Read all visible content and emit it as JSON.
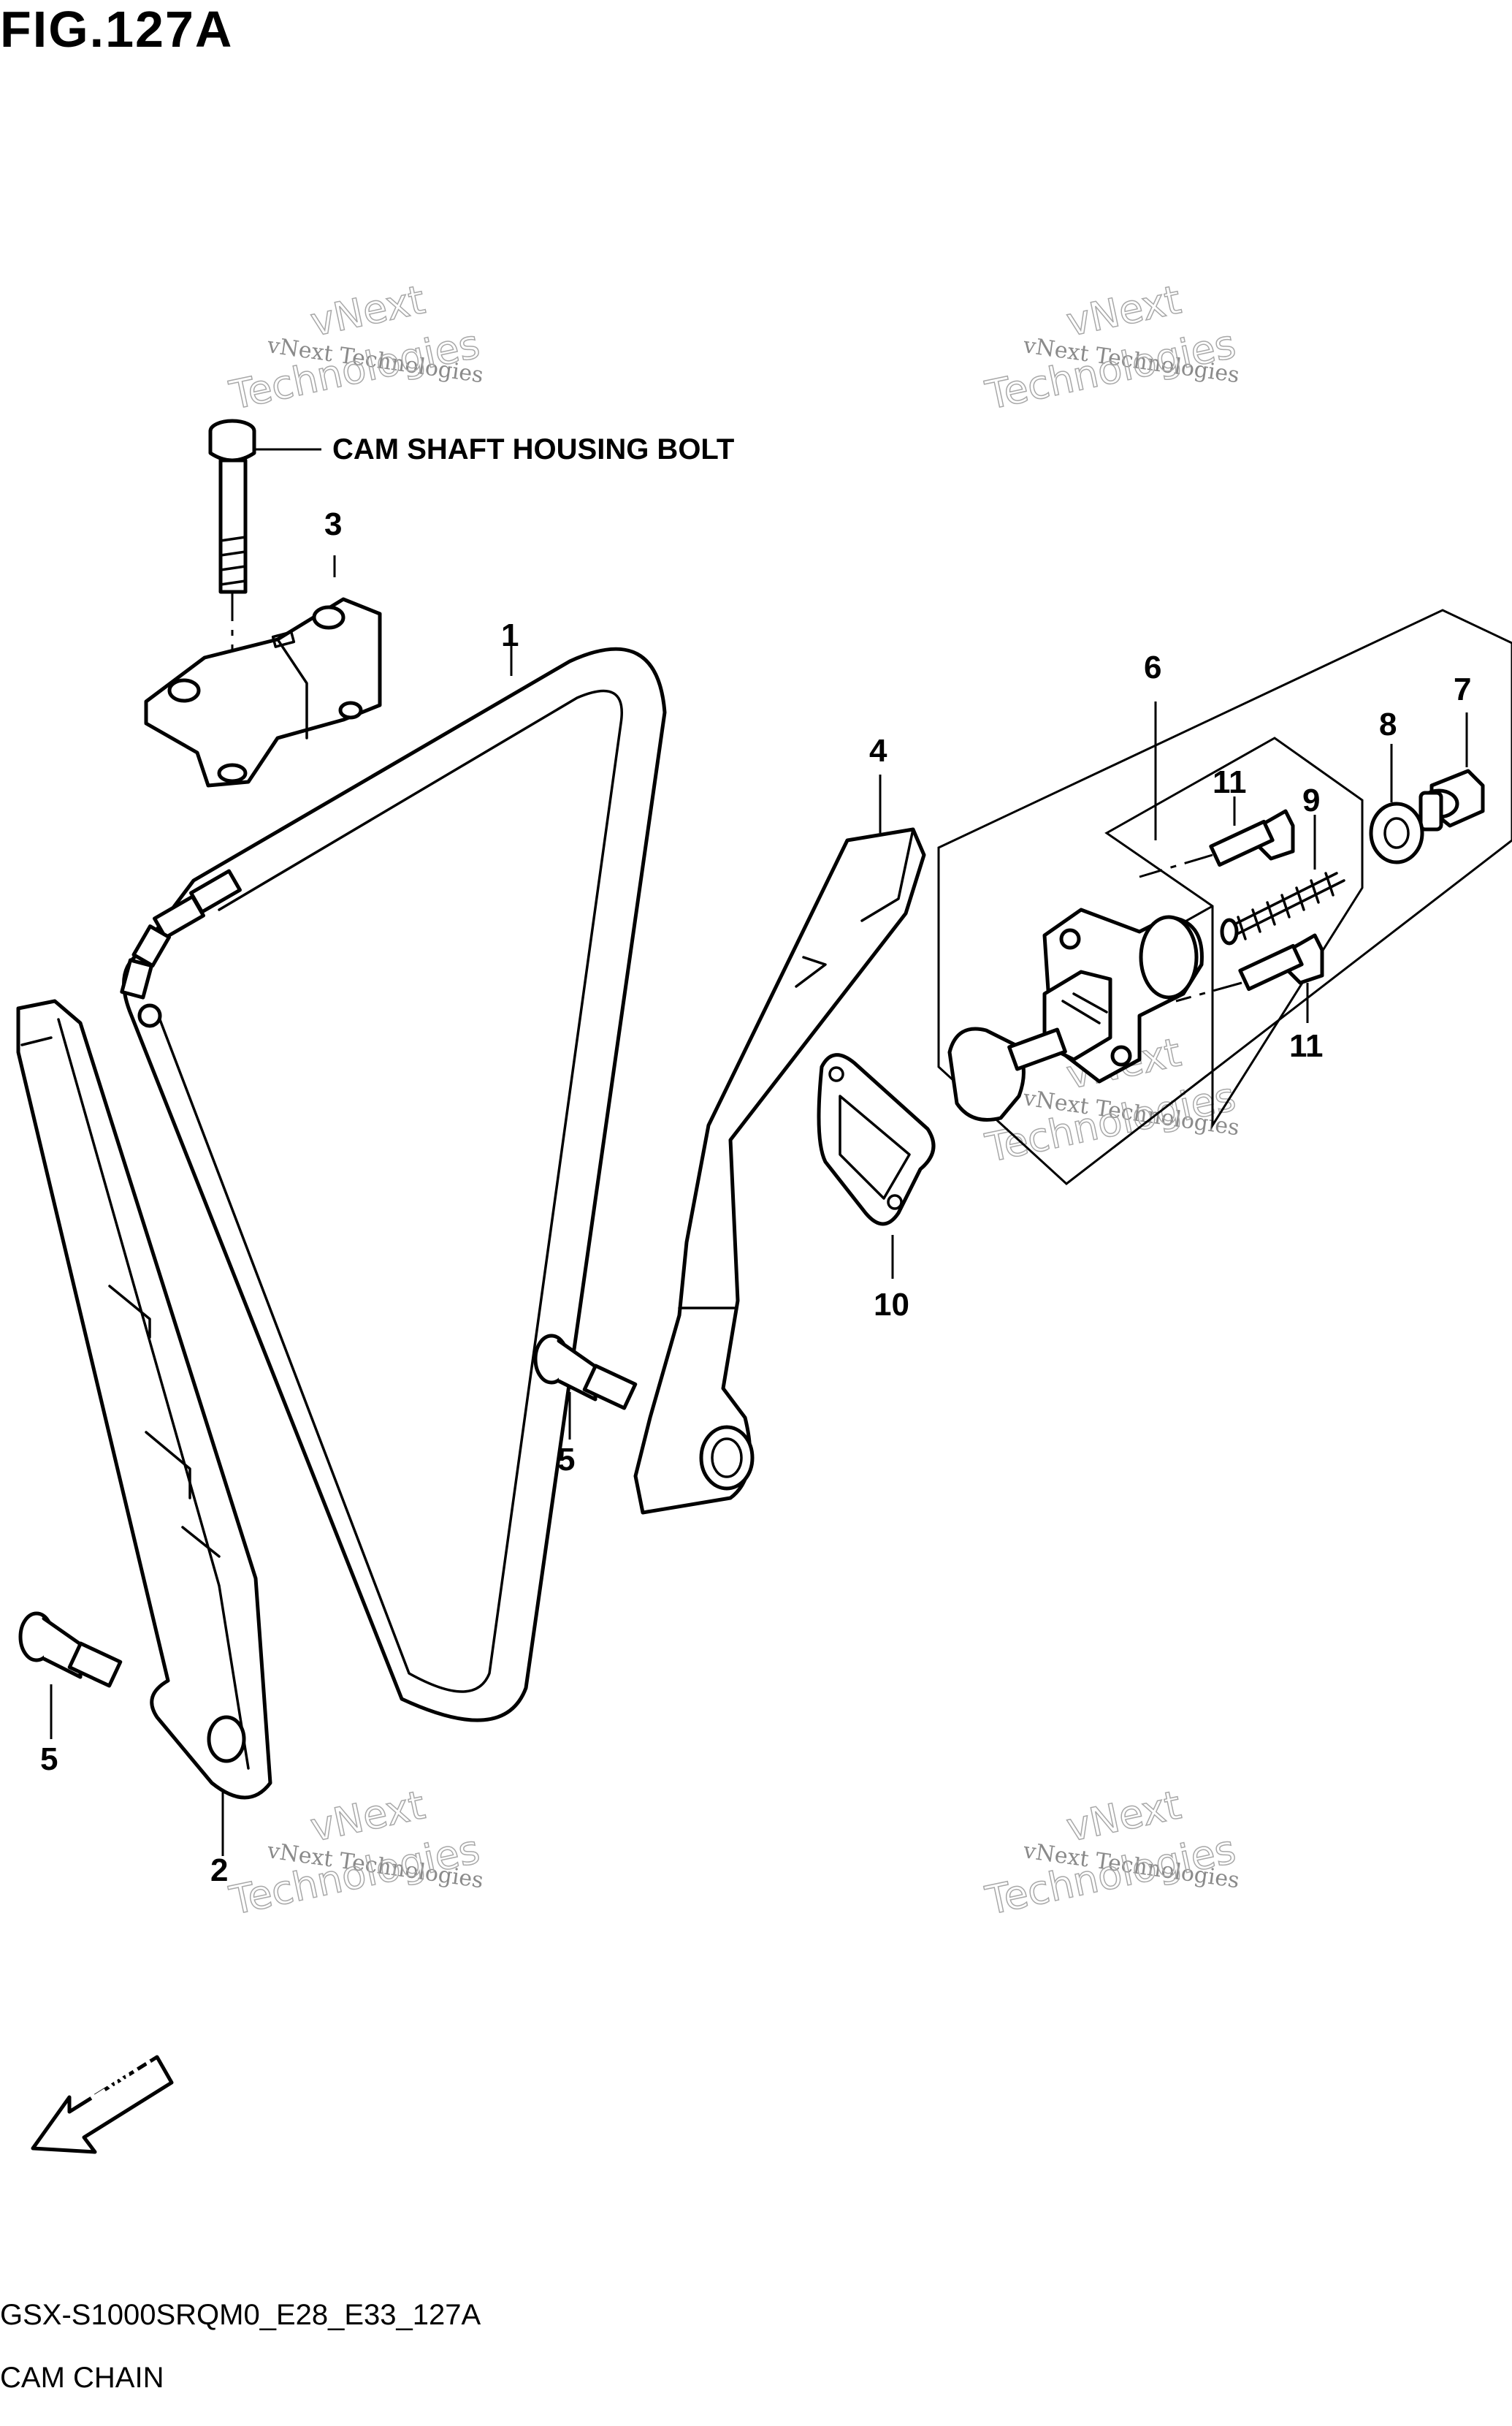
{
  "figure": {
    "title": "FIG.127A",
    "code": "GSX-S1000SRQM0_E28_E33_127A",
    "name": "CAM CHAIN"
  },
  "callouts": {
    "cam_shaft_housing_bolt": "CAM SHAFT HOUSING BOLT",
    "p1": "1",
    "p2": "2",
    "p3": "3",
    "p4": "4",
    "p5a": "5",
    "p5b": "5",
    "p6": "6",
    "p7": "7",
    "p8": "8",
    "p9": "9",
    "p10": "10",
    "p11a": "11",
    "p11b": "11"
  },
  "direction_arrow": {
    "label": "FWD",
    "icon": "fwd-arrow-icon"
  },
  "watermark": {
    "line1": "vNext Technologies",
    "line2": "vNext",
    "line3": "Technologies"
  }
}
